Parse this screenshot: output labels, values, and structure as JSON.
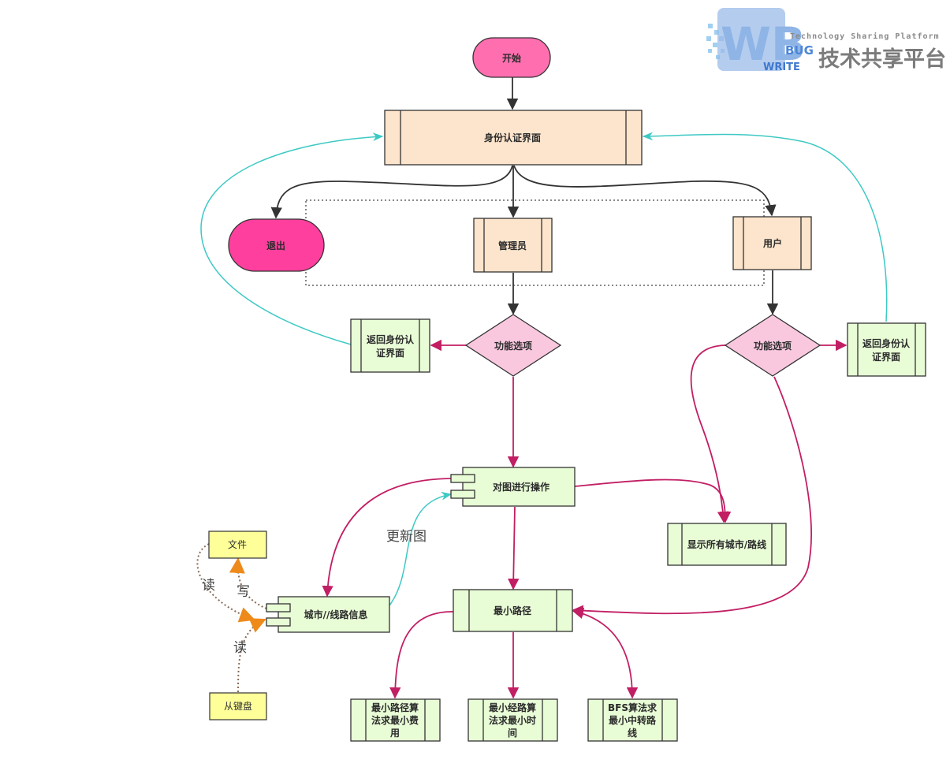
{
  "logo": {
    "wb": "WB",
    "bug": "BUG",
    "write": "WRITE",
    "cn": "技术共享平台",
    "en": "Technology Sharing Platform"
  },
  "nodes": {
    "start": "开始",
    "auth": "身份认证界面",
    "exit": "退出",
    "admin": "管理员",
    "user": "用户",
    "func_admin": "功能选项",
    "func_user": "功能选项",
    "back_left_1": "返回身份认",
    "back_left_2": "证界面",
    "back_right_1": "返回身份认",
    "back_right_2": "证界面",
    "graph_ops": "对图进行操作",
    "city_info": "城市//线路信息",
    "show_all": "显示所有城市/路线",
    "shortest": "最小路径",
    "file": "文件",
    "keyboard": "从键盘",
    "algo1_1": "最小路径算",
    "algo1_2": "法求最小费",
    "algo1_3": "用",
    "algo2_1": "最小经路算",
    "algo2_2": "法求最小时",
    "algo2_3": "间",
    "algo3_1": "BFS算法求",
    "algo3_2": "最小中转路",
    "algo3_3": "线"
  },
  "edges": {
    "update_graph": "更新图",
    "read_file": "读",
    "write_file": "写",
    "read_keyboard": "读"
  },
  "colors": {
    "pink": "#ff6fb0",
    "hotpink": "#ff3f9d",
    "peach": "#fde4cc",
    "mint": "#e8fcd6",
    "diamond": "#f9c8df",
    "yellow": "#ffff99",
    "teal": "#3dc9c4",
    "magenta": "#c21e64",
    "dark": "#333333",
    "brown": "#8a6a55",
    "orange": "#ee8a1a"
  }
}
